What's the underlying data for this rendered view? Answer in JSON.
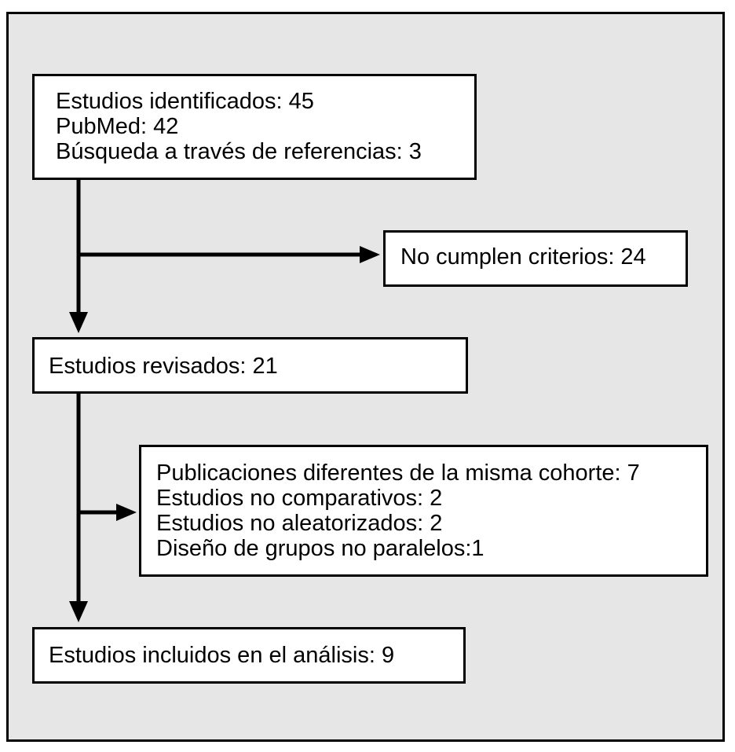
{
  "identified": {
    "lines": [
      "Estudios identificados: 45",
      "PubMed: 42",
      "Búsqueda a través de referencias: 3"
    ]
  },
  "excluded_criteria": {
    "lines": [
      "No cumplen criterios: 24"
    ]
  },
  "reviewed": {
    "lines": [
      "Estudios revisados: 21"
    ]
  },
  "excluded_other": {
    "lines": [
      "Publicaciones diferentes de la misma cohorte: 7",
      "Estudios no comparativos: 2",
      "Estudios no aleatorizados: 2",
      "Diseño de grupos no paralelos:1"
    ]
  },
  "included": {
    "lines": [
      "Estudios incluidos en el análisis: 9"
    ]
  },
  "colors": {
    "background": "#e6e6e6",
    "box": "#ffffff",
    "stroke": "#000000"
  }
}
